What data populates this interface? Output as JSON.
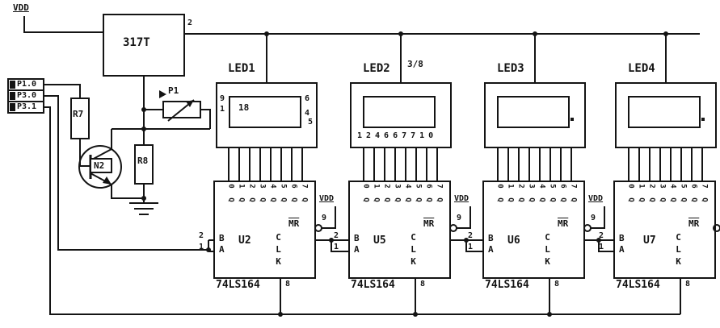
{
  "colors": {
    "ink": "#141414",
    "bg": "#ffffff"
  },
  "power": {
    "vdd_label": "VDD",
    "regulator_label": "317T",
    "output_pin": "2"
  },
  "connector": {
    "pins": [
      "P1.0",
      "P3.0",
      "P3.1"
    ]
  },
  "analog": {
    "r7": "R7",
    "r8": "R8",
    "pot": "P1",
    "transistor": "N2"
  },
  "ic_common": {
    "output_digits": [
      "0",
      "1",
      "2",
      "3",
      "4",
      "5",
      "6",
      "7"
    ],
    "output_letter": "Q",
    "input_b": "B",
    "input_a": "A",
    "pin_b": "2",
    "pin_a": "1",
    "clk": "CLK",
    "clk_pin": "8",
    "mr": "MR",
    "mr_pin": "9",
    "vdd": "VDD",
    "part": "74LS164"
  },
  "modules": [
    {
      "led": "LED1",
      "ic": "U2",
      "led_left_pins": [
        "9",
        "1"
      ],
      "led_inner": "18",
      "led_right_pins": [
        "6",
        "4",
        "5"
      ]
    },
    {
      "led": "LED2",
      "ic": "U5",
      "note": "3/8",
      "led_bottom_pins": "124667710"
    },
    {
      "led": "LED3",
      "ic": "U6"
    },
    {
      "led": "LED4",
      "ic": "U7"
    }
  ]
}
